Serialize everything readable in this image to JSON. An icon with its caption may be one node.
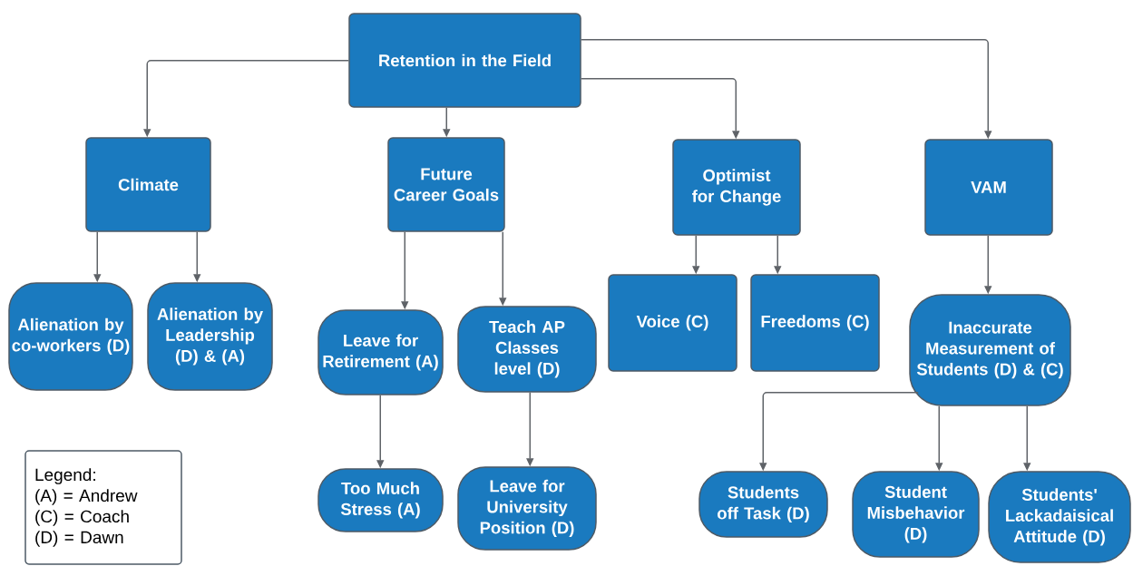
{
  "diagram": {
    "nodes": [
      {
        "text": [
          "Retention in the Field"
        ]
      },
      {
        "text": [
          "Climate"
        ]
      },
      {
        "text": [
          "Future Career Goals"
        ]
      },
      {
        "text": [
          "Optimist for Change"
        ]
      },
      {
        "text": [
          "VAM"
        ]
      },
      {
        "text": [
          "Alienation by co-workers (D)"
        ]
      },
      {
        "text": [
          "Alienation by Leadership (D) & (A)"
        ]
      },
      {
        "text": [
          "Leave for Retirement (A)"
        ]
      },
      {
        "text": [
          "Teach AP Classes level (D)"
        ]
      },
      {
        "text": [
          "Voice (C)"
        ]
      },
      {
        "text": [
          "Freedoms (C)"
        ]
      },
      {
        "text": [
          "Inaccurate Measurement of Students (D) & (C)"
        ]
      },
      {
        "text": [
          "Too Much Stress (A)"
        ]
      },
      {
        "text": [
          "Leave for University Position (D)"
        ]
      },
      {
        "text": [
          "Students off Task (D)"
        ]
      },
      {
        "text": [
          "Student Misbehavior (D)"
        ]
      },
      {
        "text": [
          "Students' Lackadaisical Attitude (D)"
        ]
      },
      {
        "text": [
          "Legend:",
          "(A) = Andrew",
          "(C) = Coach",
          "(D) = Dawn"
        ]
      }
    ],
    "edges": [
      {
        "from": 0,
        "to": 1,
        "arrow": "to"
      },
      {
        "from": 0,
        "to": 2,
        "arrow": "to"
      },
      {
        "from": 0,
        "to": 3,
        "arrow": "to"
      },
      {
        "from": 0,
        "to": 4,
        "arrow": "to"
      },
      {
        "from": 1,
        "to": 5,
        "arrow": "to"
      },
      {
        "from": 1,
        "to": 6,
        "arrow": "to"
      },
      {
        "from": 2,
        "to": 7,
        "arrow": "to"
      },
      {
        "from": 2,
        "to": 8,
        "arrow": "to"
      },
      {
        "from": 3,
        "to": 9,
        "arrow": "to"
      },
      {
        "from": 3,
        "to": 10,
        "arrow": "to"
      },
      {
        "from": 4,
        "to": 11,
        "arrow": "to"
      },
      {
        "from": 7,
        "to": 12,
        "arrow": "to"
      },
      {
        "from": 8,
        "to": 13,
        "arrow": "to"
      },
      {
        "from": 11,
        "to": 14,
        "arrow": "to"
      },
      {
        "from": 11,
        "to": 15,
        "arrow": "to"
      },
      {
        "from": 11,
        "to": 16,
        "arrow": "to"
      }
    ]
  }
}
